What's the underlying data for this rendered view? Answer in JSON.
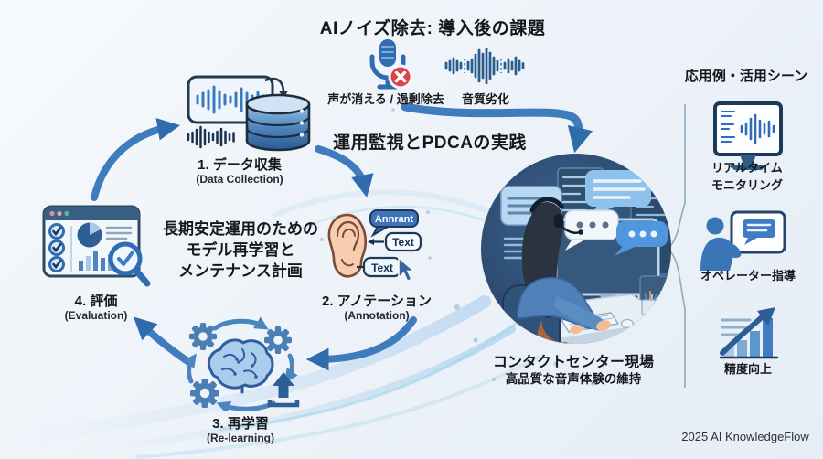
{
  "header": {
    "title": "AIノイズ除去: 導入後の課題"
  },
  "issues": [
    {
      "icon": "muted-microphone-icon",
      "label": "声が消える / 過剰除去"
    },
    {
      "icon": "degraded-waveform-icon",
      "label": "音質劣化"
    }
  ],
  "pdca_label": "運用監視とPDCAの実践",
  "center_heading": {
    "line1": "長期安定運用のための",
    "line2": "モデル再学習と",
    "line3": "メンテナンス計画"
  },
  "cycle": {
    "steps": [
      {
        "title": "1. データ収集",
        "subtitle": "(Data Collection)"
      },
      {
        "title": "2. アノテーション",
        "subtitle": "(Annotation)"
      },
      {
        "title": "3. 再学習",
        "subtitle": "(Re-learning)"
      },
      {
        "title": "4. 評価",
        "subtitle": "(Evaluation)"
      }
    ]
  },
  "annotation_tool": {
    "bubble_label": "Annrant",
    "tag1_label": "Text",
    "tag2_label": "Text"
  },
  "contact_center": {
    "title": "コンタクトセンター現場",
    "subtitle": "高品質な音声体験の維持"
  },
  "applications": {
    "title": "応用例・活用シーン",
    "items": [
      {
        "icon": "realtime-monitor-icon",
        "line1": "リアルタイム",
        "line2": "モニタリング"
      },
      {
        "icon": "operator-coaching-icon",
        "line1": "オペレーター指導"
      },
      {
        "icon": "accuracy-up-icon",
        "line1": "精度向上"
      }
    ]
  },
  "footer": {
    "credit": "2025 AI KnowledgeFlow"
  },
  "colors": {
    "arrow_blue": "#3f7cbe",
    "deep_navy": "#1c3a58",
    "alert_red": "#d9434a",
    "accent_light": "#a9c9e6",
    "illustration_bg": "#2e4a6b"
  }
}
